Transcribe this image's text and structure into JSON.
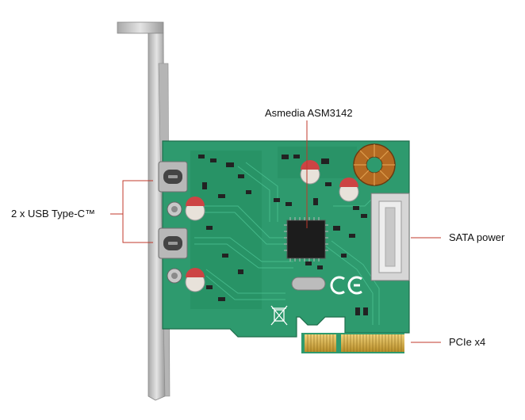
{
  "labels": {
    "chip": "Asmedia ASM3142",
    "usb": "2 x  USB Type-C™",
    "sata": "SATA power",
    "pcie": "PCIe x4"
  },
  "colors": {
    "pcb": "#2e9a6e",
    "pcb_dark": "#237a55",
    "trace": "#3fb585",
    "bracket": "#c9c9c9",
    "gold": "#d8b24a",
    "callout_line": "#c0392b"
  }
}
